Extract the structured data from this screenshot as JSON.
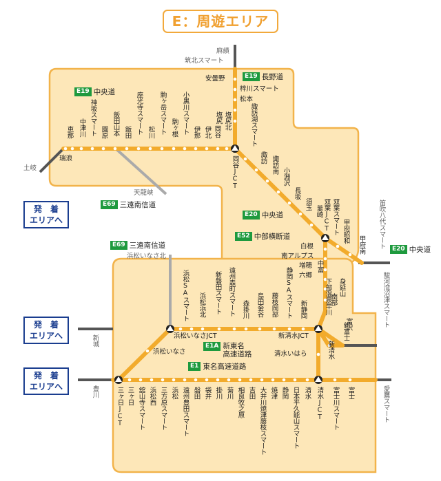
{
  "title": "E：周遊エリア",
  "ext_area": {
    "line1": "発　着",
    "line2": "エリアへ"
  },
  "colors": {
    "area_fill": "#fde7b8",
    "area_border": "#f2b34a",
    "route": "#f2ab2c",
    "external": "#555555",
    "badge": "#1e9a3e"
  },
  "route_badges": [
    {
      "code": "E19",
      "name": "中央道"
    },
    {
      "code": "E19",
      "name": "長野道"
    },
    {
      "code": "E69",
      "name": "三遠南信道"
    },
    {
      "code": "E69",
      "name": "三遠南信道"
    },
    {
      "code": "E20",
      "name": "中央道"
    },
    {
      "code": "E52",
      "name": "中部横断道"
    },
    {
      "code": "E20",
      "name": "中央道"
    },
    {
      "code": "E1A",
      "name": "新東名\n高速道路"
    },
    {
      "code": "E1",
      "name": "東名高速道路"
    }
  ],
  "external_labels": [
    "麻績",
    "筑北スマート",
    "土岐",
    "天龍峡",
    "笛吹八代スマート",
    "駿河湾沼津スマート",
    "新城",
    "豊川",
    "愛鷹スマート",
    "浜松いなさ北"
  ],
  "chuo_w_stations": [
    "瑞浪",
    "恵那",
    "中津川",
    "神坂スマート",
    "園原",
    "飯田山本",
    "飯田",
    "座光寺スマート",
    "松川",
    "駒ヶ岳スマート",
    "駒ヶ根",
    "小黒川スマート",
    "伊那",
    "伊北",
    "塩尻",
    "塩尻北",
    "岡谷"
  ],
  "nagano_stations": [
    "安曇野",
    "梓川スマート",
    "松本"
  ],
  "chuo_e_stations": [
    "諏訪湖スマート",
    "諏訪",
    "諏訪南",
    "小淵沢",
    "長坂",
    "須玉",
    "韮崎",
    "双葉JCT",
    "双葉スマート",
    "甲府昭和",
    "甲府南"
  ],
  "jct_labels": [
    "岡谷JCT",
    "双葉JCT",
    "浜松いなさJCT",
    "新清水JCT",
    "三ヶ日JCT",
    "清水JCT"
  ],
  "chubu_stations": [
    "白根",
    "南アルプス",
    "増穂",
    "六郷",
    "中富",
    "下部温泉早川",
    "身延山",
    "南部",
    "富沢",
    "新清水"
  ],
  "shintomei_stations": [
    "浜松SAスマート",
    "浜松浜北",
    "新磐田スマート",
    "遠州森町スマート",
    "森掛川",
    "島田金谷",
    "藤枝岡部",
    "静岡SAスマート",
    "新静岡",
    "浜松いなさ",
    "清水いはら",
    "新富士"
  ],
  "tomei_stations": [
    "三ヶ日",
    "舘山寺スマート",
    "浜松西",
    "三方原スマート",
    "浜松",
    "遠州豊田スマート",
    "磐田",
    "袋井",
    "掛川",
    "菊川",
    "相良牧之原",
    "吉田",
    "大井川焼津藤枝スマート",
    "焼津",
    "静岡",
    "日本平久能山スマート",
    "清水",
    "富士川スマート",
    "富士"
  ]
}
